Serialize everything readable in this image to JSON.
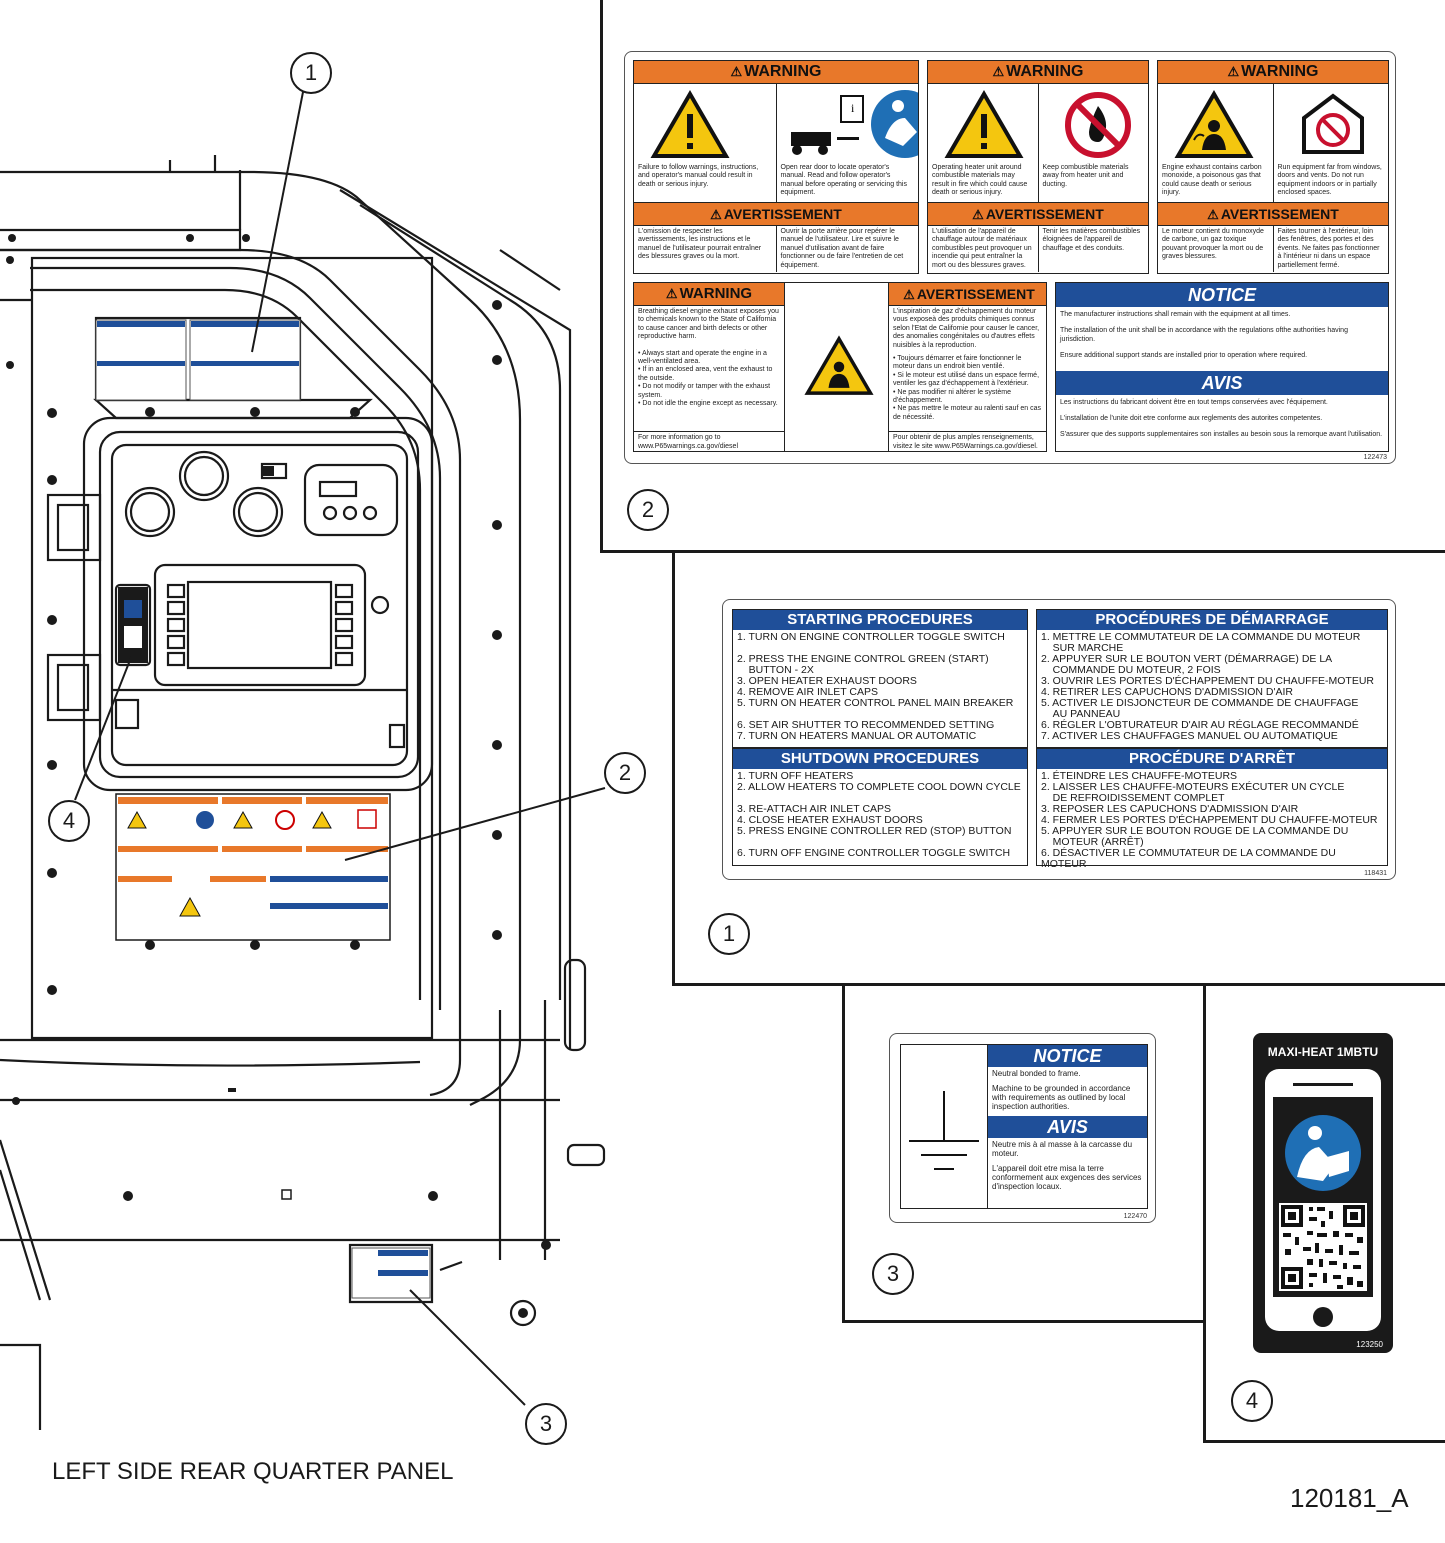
{
  "callouts": {
    "c1_main": "1",
    "c2_main": "2",
    "c3_main": "3",
    "c4_main": "4",
    "c1_detail": "1",
    "c2_detail": "2",
    "c3_detail": "3",
    "c4_detail": "4"
  },
  "caption": "LEFT SIDE REAR QUARTER PANEL",
  "drawing_number": "120181_A",
  "decal_2": {
    "part_number": "122473",
    "warning_label": "WARNING",
    "avertissement_label": "AVERTISSEMENT",
    "col1": {
      "en1": "Failure to follow warnings, instructions, and operator's manual could result in death or serious injury.",
      "en2": "Open rear door to locate operator's manual. Read and follow operator's manual before operating or servicing this equipment.",
      "fr1": "L'omission de respecter les avertissements, les instructions et le manuel de l'utilisateur pourrait entraîner des blessures graves ou la mort.",
      "fr2": "Ouvrir la porte arrière pour repérer le manuel de l'utilisateur. Lire et suivre le manuel d'utilisation avant de faire fonctionner ou de faire l'entretien de cet équipement."
    },
    "col2": {
      "en1": "Operating heater unit around combustible materials may result in fire which could cause death or serious injury.",
      "en2": "Keep combustible materials away from heater unit and ducting.",
      "fr1": "L'utilisation de l'appareil de chauffage autour de matériaux combustibles peut provoquer un incendie qui peut entraîner la mort ou des blessures graves.",
      "fr2": "Tenir les matières combustibles éloignées de l'appareil de chauffage et des conduits."
    },
    "col3": {
      "en1": "Engine exhaust contains carbon monoxide, a poisonous gas that could cause death or serious injury.",
      "en2": "Run equipment far from windows, doors and vents. Do not run equipment indoors or in partially enclosed spaces.",
      "fr1": "Le moteur contient du monoxyde de carbone, un gaz toxique pouvant provoquer la mort ou de graves blessures.",
      "fr2": "Faites tourner à l'extérieur, loin des fenêtres, des portes et des évents. Ne faites pas fonctionner à l'intérieur ni dans un espace partiellement fermé."
    },
    "p65_en": {
      "intro": "Breathing diesel engine exhaust exposes you to chemicals known to the State of California to cause cancer and birth defects or other reproductive harm.",
      "bullets": [
        "• Always start and operate the engine in a well-ventilated area.",
        "• If in an enclosed area, vent the exhaust to the outside.",
        "• Do not modify or tamper with the exhaust system.",
        "• Do not idle the engine except as necessary."
      ],
      "more": "For more information go to www.P65warnings.ca.gov/diesel"
    },
    "p65_fr": {
      "intro": "L'inspiration de gaz d'échappement du moteur vous exposeà des produits chimiques connus selon l'Etat de Californie pour causer le cancer, des anomalies congénitales ou d'autres effets nuisibles à la reproduction.",
      "bullets": [
        "• Toujours démarrer et faire fonctionner le moteur dans un endroit bien ventilé.",
        "• Si le moteur est utilisé dans un espace fermé, ventiler les gaz d'échappement à l'extérieur.",
        "• Ne pas modifier ni altérer le système d'échappement.",
        "• Ne pas mettre le moteur au ralenti sauf en cas de nécessité."
      ],
      "more": "Pour obtenir de plus amples renseignements, visitez le site www.P65Warnings.ca.gov/diesel."
    },
    "notice": {
      "title": "NOTICE",
      "lines": [
        "The manufacturer instructions shall remain with the equipment at all times.",
        "The installation of the unit shall be in accordance with the regulations ofthe authorities having jurisdiction.",
        "Ensure additional support stands are installed prior to operation where required."
      ]
    },
    "avis": {
      "title": "AVIS",
      "lines": [
        "Les instructions du fabricant doivent être en tout temps conservées avec l'équipement.",
        "L'installation de l'unite doit etre conforme aux reglements des autorites competentes.",
        "S'assurer que des supports supplementaires son installes au besoin sous la remorque avant l'utilisation."
      ]
    }
  },
  "decal_1": {
    "part_number": "118431",
    "start_en": {
      "title": "STARTING PROCEDURES",
      "steps": [
        "1. TURN ON ENGINE CONTROLLER TOGGLE SWITCH",
        "2. PRESS THE ENGINE CONTROL GREEN (START)\n    BUTTON - 2X",
        "3. OPEN HEATER EXHAUST DOORS",
        "4. REMOVE AIR INLET CAPS",
        "5. TURN ON HEATER CONTROL PANEL MAIN BREAKER",
        "6. SET AIR SHUTTER TO RECOMMENDED SETTING",
        "7. TURN ON HEATERS MANUAL OR AUTOMATIC"
      ]
    },
    "start_fr": {
      "title": "PROCÉDURES DE DÉMARRAGE",
      "steps": [
        "1. METTRE LE COMMUTATEUR DE LA COMMANDE DU MOTEUR\n    SUR MARCHE",
        "2. APPUYER SUR LE BOUTON VERT (DÉMARRAGE) DE LA\n    COMMANDE DU MOTEUR, 2 FOIS",
        "3. OUVRIR LES PORTES D'ÉCHAPPEMENT DU CHAUFFE-MOTEUR",
        "4. RETIRER LES CAPUCHONS D'ADMISSION D'AIR",
        "5. ACTIVER LE DISJONCTEUR DE COMMANDE DE CHAUFFAGE\n    AU PANNEAU",
        "6. RÉGLER L'OBTURATEUR D'AIR AU RÉGLAGE RECOMMANDÉ",
        "7. ACTIVER LES CHAUFFAGES MANUEL OU AUTOMATIQUE"
      ]
    },
    "stop_en": {
      "title": "SHUTDOWN PROCEDURES",
      "steps": [
        "1. TURN OFF HEATERS",
        "2. ALLOW HEATERS TO COMPLETE COOL DOWN CYCLE",
        "3. RE-ATTACH AIR INLET CAPS",
        "4. CLOSE HEATER EXHAUST DOORS",
        "5. PRESS ENGINE CONTROLLER RED (STOP) BUTTON",
        "6. TURN OFF ENGINE CONTROLLER TOGGLE SWITCH"
      ]
    },
    "stop_fr": {
      "title": "PROCÉDURE D'ARRÊT",
      "steps": [
        "1. ÉTEINDRE LES CHAUFFE-MOTEURS",
        "2. LAISSER LES CHAUFFE-MOTEURS EXÉCUTER UN CYCLE\n    DE REFROIDISSEMENT COMPLET",
        "3. REPOSER LES CAPUCHONS D'ADMISSION D'AIR",
        "4. FERMER LES PORTES D'ÉCHAPPEMENT DU CHAUFFE-MOTEUR",
        "5. APPUYER SUR LE BOUTON ROUGE DE LA COMMANDE DU\n    MOTEUR (ARRÊT)",
        "6. DÉSACTIVER LE COMMUTATEUR DE LA COMMANDE DU MOTEUR"
      ]
    }
  },
  "decal_3": {
    "part_number": "122470",
    "notice_title": "NOTICE",
    "notice_1": "Neutral bonded to frame.",
    "notice_2": "Machine to be grounded in accordance with requirements as outlined by local inspection authorities.",
    "avis_title": "AVIS",
    "avis_1": "Neutre mis à al masse à la carcasse du moteur.",
    "avis_2": "L'appareil doit etre misa la terre conformement aux exgences des services d'inspection locaux."
  },
  "decal_4": {
    "title": "MAXI-HEAT 1MBTU",
    "part_number": "123250"
  },
  "colors": {
    "warning_orange": "#e8782a",
    "notice_blue": "#1f4f99",
    "line": "#1a1a1a"
  },
  "icons": [
    "warning-triangle-icon",
    "read-manual-icon",
    "trailer-manual-icon",
    "no-flame-icon",
    "exhaust-hazard-icon",
    "no-indoor-icon",
    "ground-symbol-icon",
    "qr-code-icon"
  ]
}
